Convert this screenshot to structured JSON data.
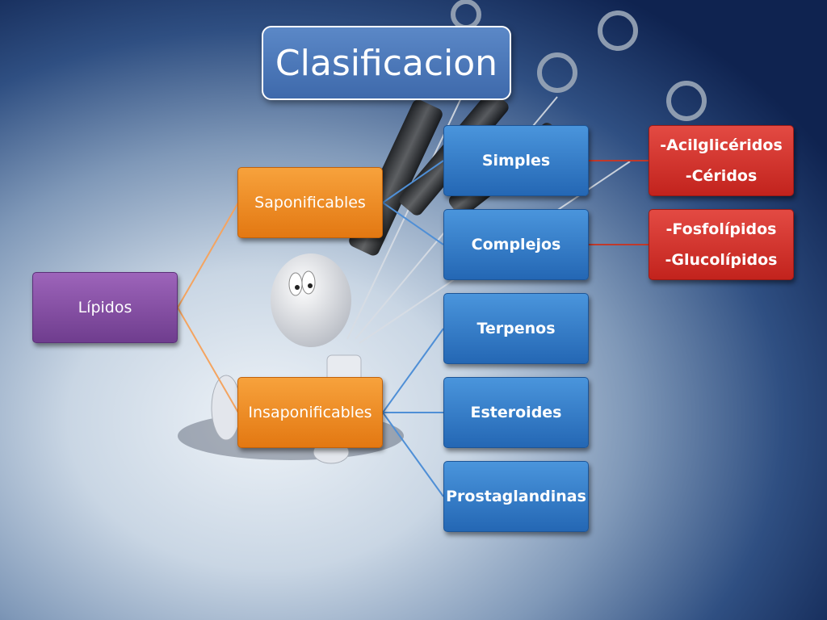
{
  "title": "Clasificacion",
  "root": {
    "label": "Lípidos"
  },
  "groups": [
    {
      "label": "Saponificables"
    },
    {
      "label": "Insaponificables"
    }
  ],
  "subgroups": [
    {
      "label": "Simples"
    },
    {
      "label": "Complejos"
    },
    {
      "label": "Terpenos"
    },
    {
      "label": "Esteroides"
    },
    {
      "label": "Prostaglandinas"
    }
  ],
  "details": [
    {
      "lines": [
        "-Acilglicéridos",
        "-Céridos"
      ]
    },
    {
      "lines": [
        "-Fosfolípidos",
        "-Glucolípidos"
      ]
    }
  ],
  "colors": {
    "root": "#7e4a9e",
    "group": "#f08a24",
    "subgroup": "#2f7bc8",
    "detail": "#d2322c",
    "line_orange": "#f4a460",
    "line_blue": "#4f8fd6",
    "line_red": "#c0392b"
  }
}
